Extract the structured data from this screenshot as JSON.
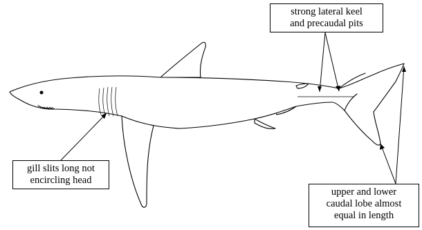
{
  "labels": {
    "keel": [
      "strong lateral keel",
      "and precaudal pits"
    ],
    "gill": [
      "gill slits long not",
      "encircling head"
    ],
    "caudal": [
      "upper and lower",
      "caudal lobe almost",
      "equal in length"
    ]
  }
}
